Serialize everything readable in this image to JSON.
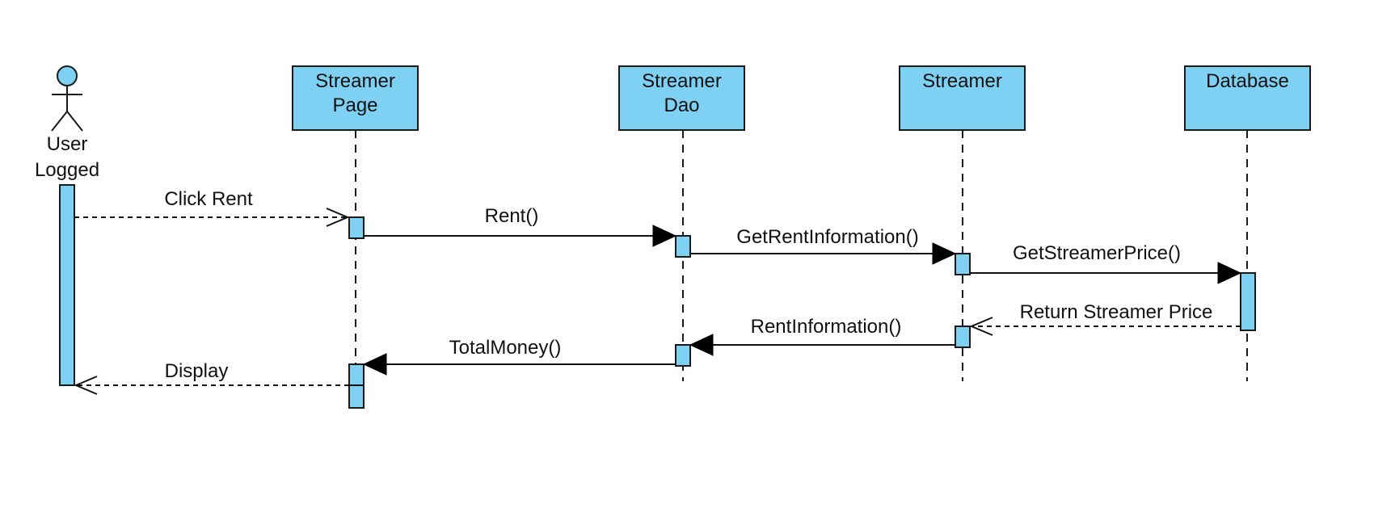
{
  "colors": {
    "fill": "#7fd1f4",
    "stroke": "#1a1a1a"
  },
  "actor": {
    "line1": "User",
    "line2": "Logged"
  },
  "participants": [
    {
      "line1": "Streamer",
      "line2": "Page"
    },
    {
      "line1": "Streamer",
      "line2": "Dao"
    },
    {
      "line1": "Streamer",
      "line2": ""
    },
    {
      "line1": "Database",
      "line2": ""
    }
  ],
  "messages": [
    {
      "label": "Click Rent",
      "kind": "async-dashed"
    },
    {
      "label": "Rent()",
      "kind": "sync"
    },
    {
      "label": "GetRentInformation()",
      "kind": "sync"
    },
    {
      "label": "GetStreamerPrice()",
      "kind": "sync"
    },
    {
      "label": "Return Streamer Price",
      "kind": "return-dashed"
    },
    {
      "label": "RentInformation()",
      "kind": "sync"
    },
    {
      "label": "TotalMoney()",
      "kind": "sync"
    },
    {
      "label": "Display",
      "kind": "return-dashed"
    }
  ]
}
